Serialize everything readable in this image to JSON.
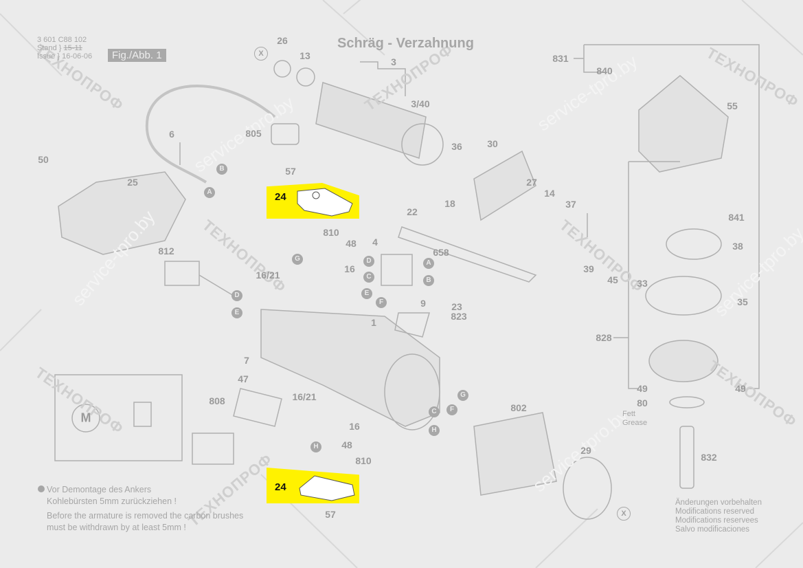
{
  "header": {
    "doc_number": "3 601 C88 102",
    "stand_label": "Stand",
    "stand_value": "15-11",
    "issue_label": "Issue",
    "issue_value": "16-06-06",
    "figure_label": "Fig./Abb. 1"
  },
  "title": "Schräg - Verzahnung",
  "highlight_color": "#fff200",
  "highlighted_parts": [
    {
      "number": "24"
    },
    {
      "number": "24"
    }
  ],
  "part_labels": [
    "26",
    "13",
    "3",
    "3/40",
    "805",
    "6",
    "36",
    "30",
    "50",
    "57",
    "25",
    "27",
    "14",
    "37",
    "22",
    "18",
    "810",
    "48",
    "4",
    "658",
    "39",
    "45",
    "16",
    "16/21",
    "9",
    "23",
    "823",
    "1",
    "812",
    "7",
    "47",
    "808",
    "16/21",
    "16",
    "48",
    "810",
    "802",
    "29",
    "57",
    "831",
    "840",
    "55",
    "841",
    "38",
    "33",
    "35",
    "828",
    "49",
    "49",
    "80",
    "832"
  ],
  "connectors": [
    "X",
    "B",
    "A",
    "G",
    "D",
    "C",
    "A",
    "B",
    "E",
    "F",
    "D",
    "E",
    "G",
    "F",
    "C",
    "H",
    "H",
    "X"
  ],
  "motor_symbol": "M",
  "grease_note": {
    "de": "Fett",
    "en": "Grease"
  },
  "note": {
    "de_line1": "Vor Demontage des Ankers",
    "de_line2": "Kohlebürsten 5mm zurückziehen !",
    "en_line1": "Before the armature is removed the carbon brushes",
    "en_line2": "must be withdrawn by at least 5mm !"
  },
  "modifications": [
    "Änderungen vorbehalten",
    "Modifications reserved",
    "Modifications reservees",
    "Salvo modificaciones"
  ],
  "watermarks": {
    "brand": "ТЕХНОПРОФ",
    "site": "service-tpro.by"
  }
}
